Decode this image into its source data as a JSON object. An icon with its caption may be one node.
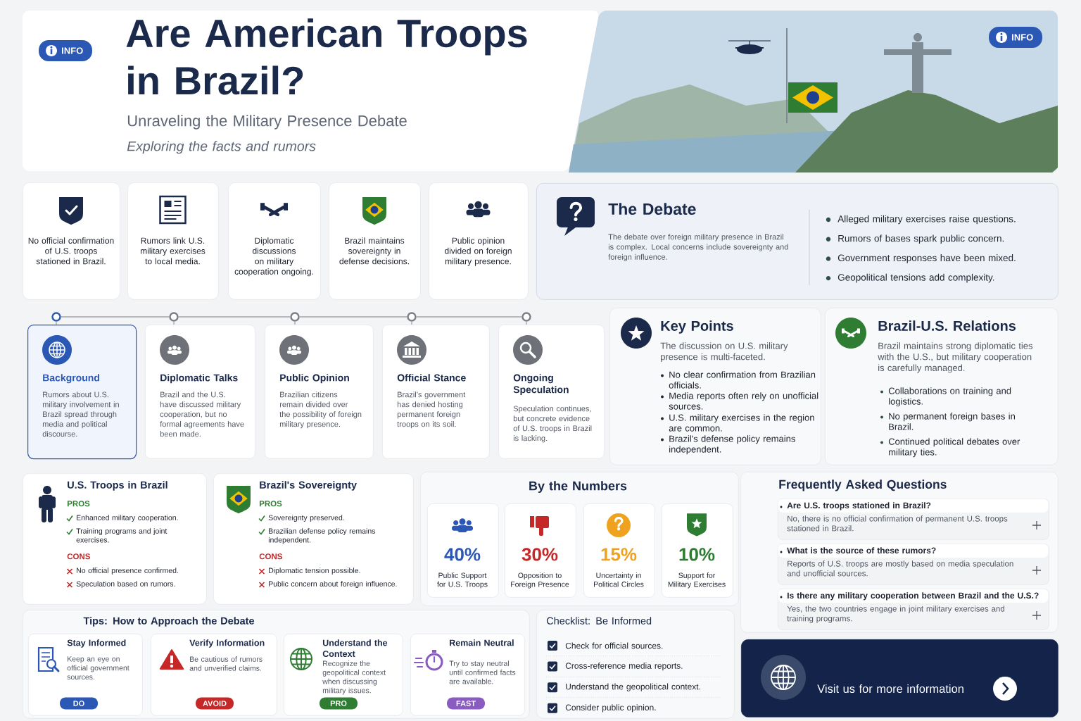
{
  "diagram": {
    "title": "Are American Troops in Brazil?",
    "nodes": [
      {
        "text": [
          "No official confirmation of U.S. troops stationed in Brazil."
        ]
      },
      {
        "text": [
          "Rumors link U.S. military exercises to local media."
        ]
      },
      {
        "text": [
          "Diplomatic discussions on military cooperation ongoing."
        ]
      },
      {
        "text": [
          "Brazil maintains sovereignty in defense decisions."
        ]
      },
      {
        "text": [
          "Public opinion divided on foreign military presence."
        ]
      },
      {
        "text": [
          "The Debate",
          "The debate over foreign military presence in Brazil is complex. Local concerns include sovereignty and foreign influence.",
          "Alleged military exercises raise questions.",
          "Rumors of bases spark public concern.",
          "Government responses have been mixed.",
          "Geopolitical tensions add complexity."
        ]
      },
      {
        "text": [],
        "shape": "circle"
      },
      {
        "text": [],
        "shape": "circle"
      },
      {
        "text": [],
        "shape": "circle"
      },
      {
        "text": [],
        "shape": "circle"
      },
      {
        "text": [],
        "shape": "circle"
      },
      {
        "text": [
          "Background",
          "Rumors about U.S. military involvement in Brazil spread through media and political discourse."
        ]
      },
      {
        "text": [
          "Diplomatic Talks",
          "Brazil and the U.S. have discussed military cooperation, but no formal agreements have been made."
        ]
      },
      {
        "text": [
          "Public Opinion",
          "Brazilian citizens remain divided over the possibility of foreign military presence."
        ]
      },
      {
        "text": [
          "Official Stance",
          "Brazil’s government has denied hosting permanent foreign troops on its soil."
        ]
      },
      {
        "text": [
          "Ongoing Speculation",
          "Speculation continues, but concrete evidence of U.S. troops in Brazil is lacking."
        ]
      },
      {
        "text": [
          "Key Points",
          "The discussion on U.S. military presence is multi-faceted.",
          "No clear confirmation from Brazilian officials.",
          "Media reports often rely on unofficial sources.",
          "U.S. military exercises in the region are common.",
          "Brazil's defense policy remains independent."
        ]
      },
      {
        "text": [
          "Brazil-U.S. Relations",
          "Brazil maintains strong diplomatic ties with the U.S., but military cooperation is carefully managed.",
          "Collaborations on training and logistics.",
          "No permanent foreign bases in Brazil.",
          "Continued political debates over military ties."
        ]
      },
      {
        "text": [
          "U.S. Troops in Brazil",
          "PROS",
          "Enhanced military cooperation.",
          "Training programs and joint exercises.",
          "CONS",
          "No official presence confirmed.",
          "Speculation based on rumors."
        ]
      },
      {
        "text": [
          "Brazil's Sovereignty",
          "PROS",
          "Sovereignty preserved.",
          "Brazilian defense policy remains independent.",
          "CONS",
          "Diplomatic tension possible.",
          "Public concern about foreign influence."
        ]
      },
      {
        "text": [
          "By the Numbers"
        ]
      },
      {
        "text": [
          "40%",
          "Public Support for U.S. Troops"
        ],
        "in": 20
      },
      {
        "text": [
          "30%",
          "Opposition to Foreign Presence"
        ],
        "in": 20
      },
      {
        "text": [
          "15%",
          "Uncertainty in Political Circles"
        ],
        "in": 20
      },
      {
        "text": [
          "10%",
          "Support for Military Exercises"
        ],
        "in": 20
      },
      {
        "text": [
          "Frequently Asked Questions"
        ]
      },
      {
        "text": [
          "Are U.S. troops stationed in Brazil?",
          "No, there is no official confirmation of permanent U.S. troops stationed in Brazil."
        ],
        "in": 25
      },
      {
        "text": [
          "What is the source of these rumors?",
          "Reports of U.S. troops are mostly based on media speculation and unofficial sources."
        ],
        "in": 25
      },
      {
        "text": [
          "Is there any military cooperation between Brazil and the U.S.?",
          "Yes, the two countries engage in joint military exercises and training programs."
        ],
        "in": 25
      },
      {
        "text": [
          "Tips: How to Approach the Debate"
        ]
      },
      {
        "text": [
          "Stay Informed",
          "Keep an eye on official government sources.",
          "DO"
        ],
        "in": 29
      },
      {
        "text": [
          "Verify Information",
          "Be cautious of rumors and unverified claims.",
          "AVOID"
        ],
        "in": 29
      },
      {
        "text": [
          "Understand the Context",
          "Recognize the geopolitical context when discussing military issues.",
          "PRO"
        ],
        "in": 29
      },
      {
        "text": [
          "Remain Neutral",
          "Try to stay neutral until confirmed facts are available.",
          "FAST"
        ],
        "in": 29
      },
      {
        "text": [
          "Checklist: Be Informed",
          "Check for official sources.",
          "Cross-reference media reports.",
          "Understand the geopolitical context.",
          "Consider public opinion."
        ]
      },
      {
        "text": [
          "Visit us for more information"
        ]
      }
    ],
    "edges": [
      {
        "from": 6,
        "to": 7,
        "arrow": "none"
      },
      {
        "from": 7,
        "to": 8,
        "arrow": "none"
      },
      {
        "from": 8,
        "to": 9,
        "arrow": "none"
      },
      {
        "from": 9,
        "to": 10,
        "arrow": "none"
      },
      {
        "from": 6,
        "to": 11,
        "arrow": "none"
      },
      {
        "from": 7,
        "to": 12,
        "arrow": "none"
      },
      {
        "from": 8,
        "to": 13,
        "arrow": "none"
      },
      {
        "from": 9,
        "to": 14,
        "arrow": "none"
      },
      {
        "from": 10,
        "to": 15,
        "arrow": "none"
      }
    ],
    "labels": [
      "INFO",
      "Unraveling the Military Presence Debate",
      "Exploring the facts and rumors",
      "INFO"
    ]
  }
}
